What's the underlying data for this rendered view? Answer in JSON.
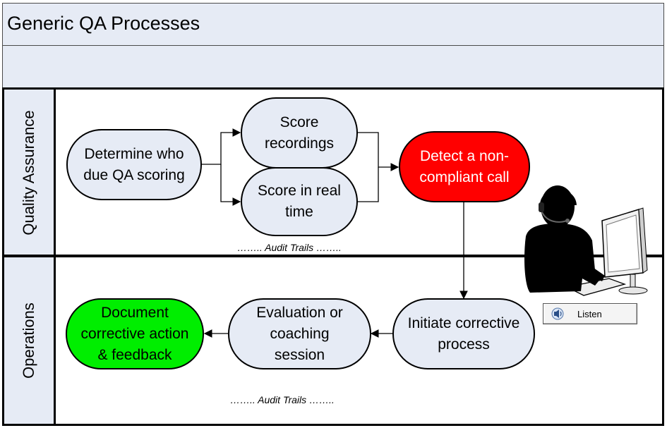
{
  "title": "Generic QA Processes",
  "lanes": {
    "qa": "Quality Assurance",
    "ops": "Operations"
  },
  "nodes": {
    "determine": {
      "line1": "Determine who",
      "line2": "due QA scoring"
    },
    "score_rec": {
      "line1": "Score",
      "line2": "recordings"
    },
    "score_rt": {
      "line1": "Score in real",
      "line2": "time"
    },
    "detect": {
      "line1": "Detect a non-",
      "line2": "compliant call"
    },
    "initiate": {
      "line1": "Initiate corrective",
      "line2": "process"
    },
    "evaluation": {
      "line1": "Evaluation or",
      "line2": "coaching",
      "line3": "session"
    },
    "document": {
      "line1": "Document",
      "line2": "corrective action",
      "line3": "& feedback"
    }
  },
  "audit_trails": {
    "qa": "…….. Audit Trails ……..",
    "ops": "…….. Audit Trails …….."
  },
  "listen_button": {
    "label": "Listen",
    "icon": "speaker-icon"
  },
  "illustration": {
    "icon": "agent-headset-computer-icon"
  },
  "colors": {
    "lane_fill": "#e6ebf5",
    "detect_fill": "#ff0000",
    "document_fill": "#00ee00"
  }
}
